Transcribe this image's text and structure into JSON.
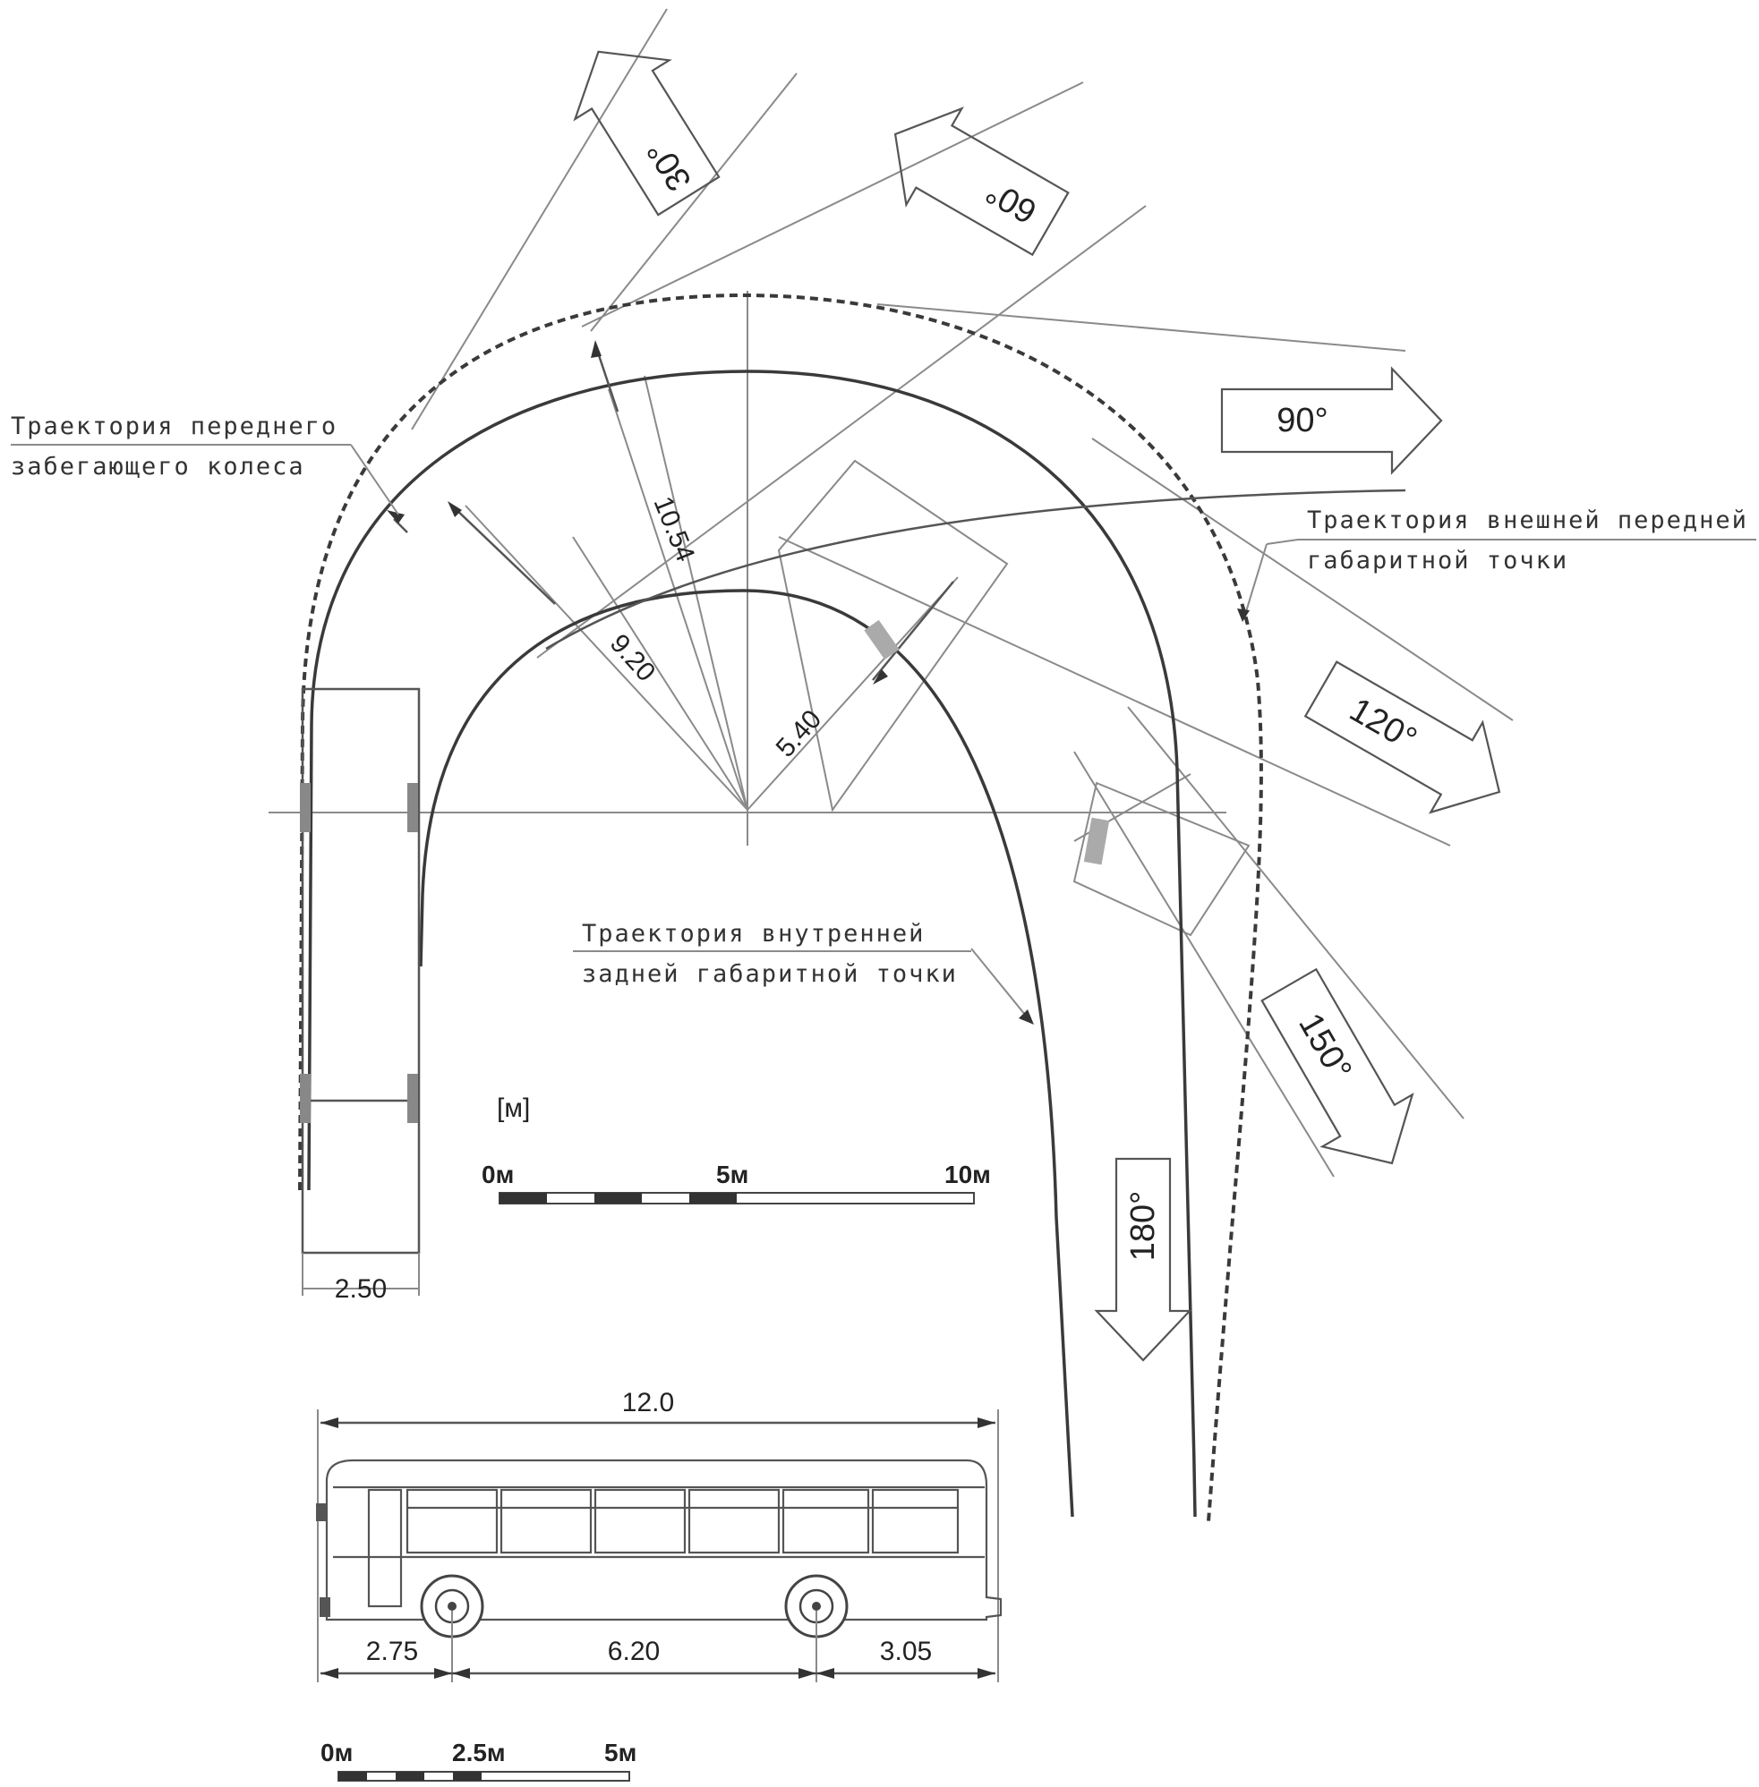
{
  "labels": {
    "front_wheel_line1": "Траектория переднего",
    "front_wheel_line2": "забегающего колеса",
    "outer_front_line1": "Траектория внешней передней",
    "outer_front_line2": "габаритной точки",
    "inner_rear_line1": "Траектория внутренней",
    "inner_rear_line2": "задней габаритной точки"
  },
  "dimensions": {
    "r_outer": "10.54",
    "r_mid": "9.20",
    "r_inner": "5.40",
    "width": "2.50",
    "bus_length": "12.0",
    "front_overhang": "2.75",
    "wheelbase": "6.20",
    "rear_overhang": "3.05"
  },
  "angles": {
    "a30": "30°",
    "a60": "60°",
    "a90": "90°",
    "a120": "120°",
    "a150": "150°",
    "a180": "180°"
  },
  "scale_top": {
    "unit": "[м]",
    "t0": "0м",
    "t5": "5м",
    "t10": "10м"
  },
  "scale_bottom": {
    "t0": "0м",
    "t25": "2.5м",
    "t5": "5м"
  }
}
